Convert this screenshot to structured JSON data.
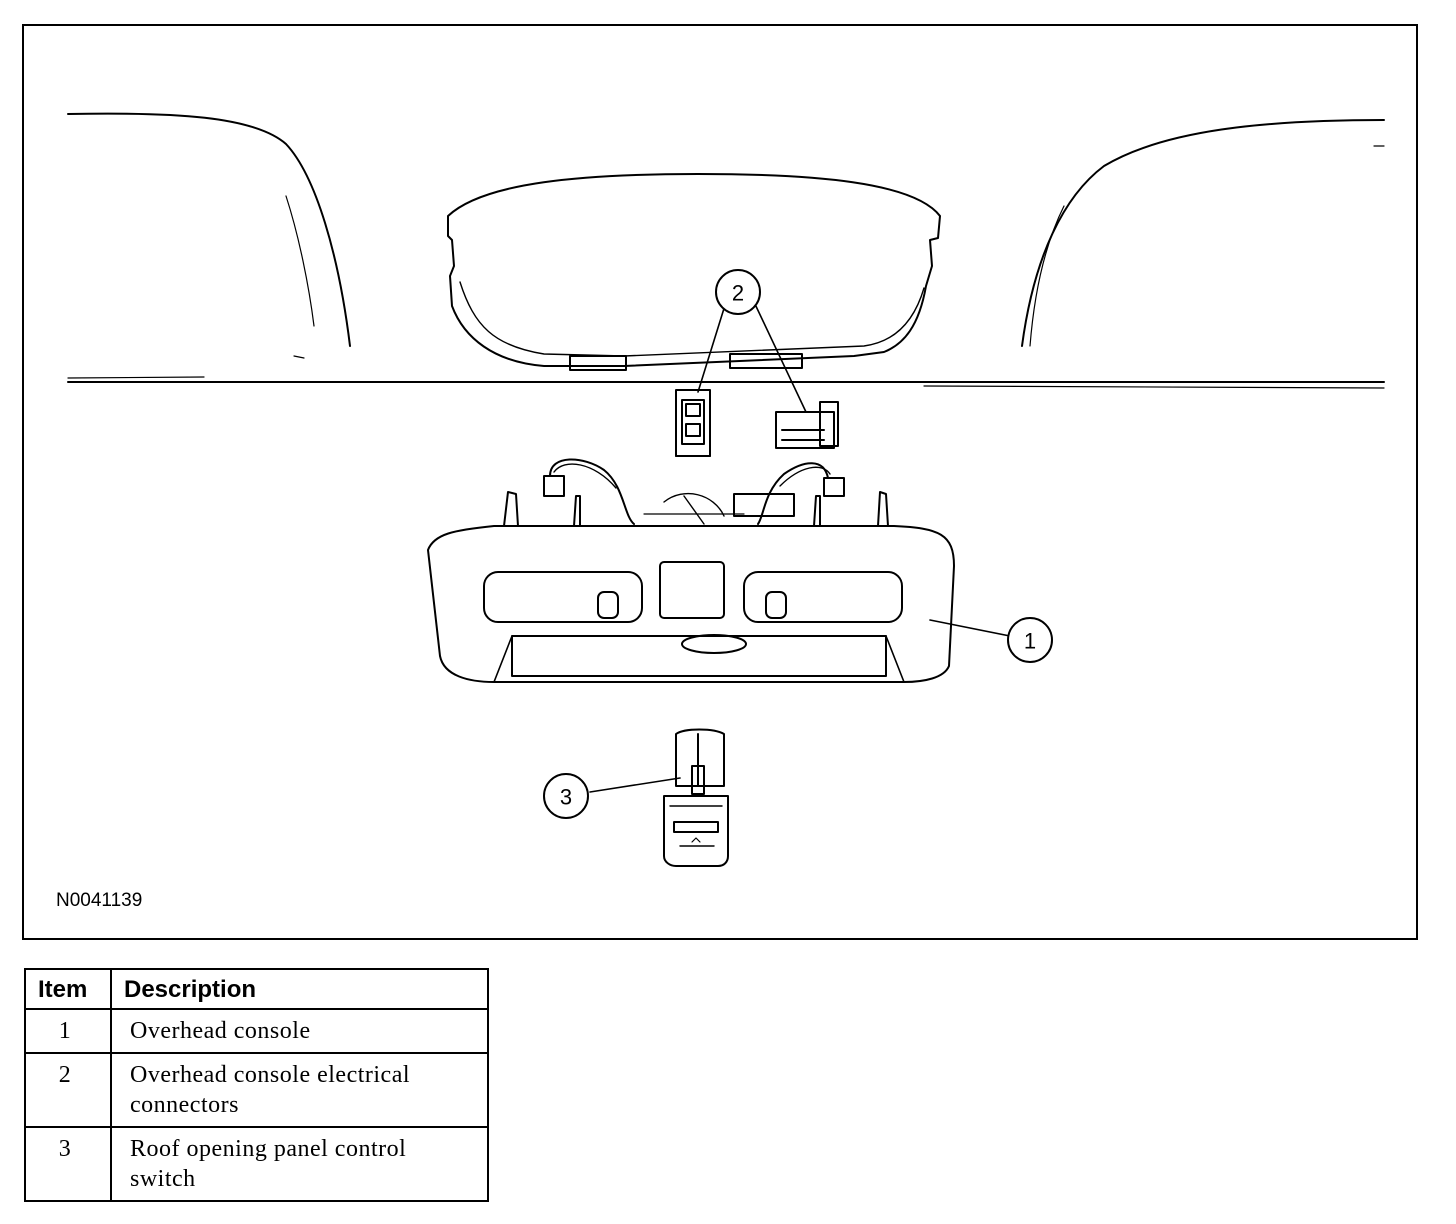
{
  "figure": {
    "id": "N0041139",
    "callouts": [
      "1",
      "2",
      "3"
    ]
  },
  "legend": {
    "headers": {
      "item": "Item",
      "description": "Description"
    },
    "rows": [
      {
        "item": "1",
        "description": "Overhead console"
      },
      {
        "item": "2",
        "description": "Overhead console electrical connectors"
      },
      {
        "item": "3",
        "description": "Roof opening panel control switch"
      }
    ]
  }
}
